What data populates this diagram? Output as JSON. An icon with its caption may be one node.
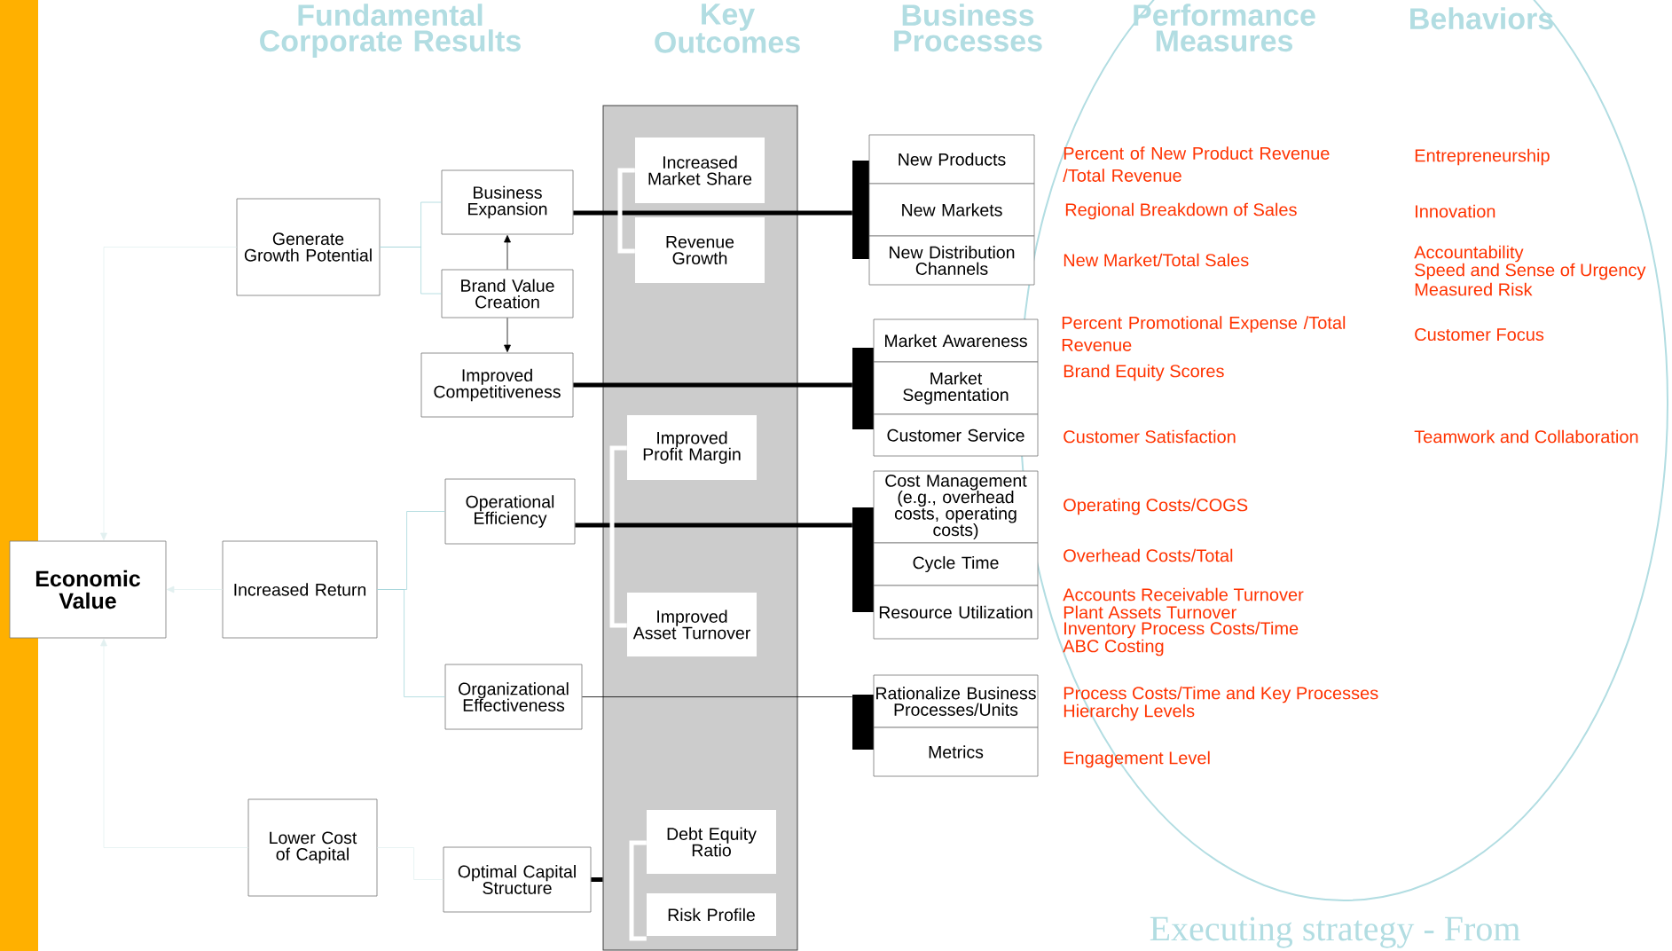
{
  "diagram": {
    "nodes": [
      {
        "text": [
          "Economic Value"
        ]
      },
      {
        "text": [
          "Generate Growth Potential"
        ]
      },
      {
        "text": [
          "Increased Return"
        ]
      },
      {
        "text": [
          "Lower Cost of Capital"
        ]
      },
      {
        "text": [
          "Business Expansion"
        ]
      },
      {
        "text": [
          "Brand Value Creation"
        ]
      },
      {
        "text": [
          "Improved Competitiveness"
        ]
      },
      {
        "text": [
          "Operational Efficiency"
        ]
      },
      {
        "text": [
          "Organizational Effectiveness"
        ]
      },
      {
        "text": [
          "Optimal Capital Structure"
        ]
      },
      {
        "text": [],
        "shape": "box"
      },
      {
        "text": [
          "Increased Market Share"
        ],
        "in": 10
      },
      {
        "text": [
          "Revenue Growth"
        ],
        "in": 10
      },
      {
        "text": [
          "Improved Profit Margin"
        ],
        "in": 10
      },
      {
        "text": [
          "Improved Asset Turnover"
        ],
        "in": 10
      },
      {
        "text": [
          "Debt Equity Ratio"
        ],
        "in": 10
      },
      {
        "text": [
          "Risk Profile"
        ],
        "in": 10
      },
      {
        "text": [],
        "shape": "bar"
      },
      {
        "text": [
          "New Products"
        ]
      },
      {
        "text": [
          "New Markets"
        ]
      },
      {
        "text": [
          "New Distribution Channels"
        ]
      },
      {
        "text": [],
        "shape": "bar"
      },
      {
        "text": [
          "Market Awareness"
        ]
      },
      {
        "text": [
          "Market Segmentation"
        ]
      },
      {
        "text": [
          "Customer Service"
        ]
      },
      {
        "text": [],
        "shape": "bar"
      },
      {
        "text": [
          "Cost Management (e.g., overhead costs, operating costs)"
        ]
      },
      {
        "text": [
          "Cycle Time"
        ]
      },
      {
        "text": [
          "Resource Utilization"
        ]
      },
      {
        "text": [],
        "shape": "bar"
      },
      {
        "text": [
          "Rationalize Business Processes/Units"
        ]
      },
      {
        "text": [
          "Metrics"
        ]
      }
    ],
    "edges": [
      {
        "from": 1,
        "to": 0,
        "arrow": "to",
        "color": "#e2f0f0"
      },
      {
        "from": 2,
        "to": 0,
        "arrow": "to",
        "color": "#e2f0f0"
      },
      {
        "from": 3,
        "to": 0,
        "arrow": "to",
        "color": "#e2f0f0"
      },
      {
        "from": 1,
        "to": 4,
        "arrow": "none",
        "color": "#a6d6db"
      },
      {
        "from": 1,
        "to": 5,
        "arrow": "none",
        "color": "#a6d6db"
      },
      {
        "from": 5,
        "to": 4,
        "arrow": "to"
      },
      {
        "from": 5,
        "to": 6,
        "arrow": "to"
      },
      {
        "from": 2,
        "to": 7,
        "arrow": "none",
        "color": "#a6d6db"
      },
      {
        "from": 2,
        "to": 8,
        "arrow": "none",
        "color": "#a6d6db"
      },
      {
        "from": 3,
        "to": 9,
        "arrow": "none",
        "color": "#e2f0f0"
      },
      {
        "from": 4,
        "to": 17,
        "arrow": "none",
        "style": "thick"
      },
      {
        "from": 6,
        "to": 21,
        "arrow": "none",
        "style": "thick"
      },
      {
        "from": 7,
        "to": 25,
        "arrow": "none",
        "style": "thick"
      },
      {
        "from": 8,
        "to": 29,
        "arrow": "none"
      },
      {
        "from": 9,
        "to": 10,
        "arrow": "none",
        "style": "thick"
      },
      {
        "from": 11,
        "to": 12,
        "arrow": "none",
        "style": "thick",
        "color": "#ffffff"
      },
      {
        "from": 13,
        "to": 14,
        "arrow": "none",
        "style": "thick",
        "color": "#ffffff"
      },
      {
        "from": 15,
        "to": 16,
        "arrow": "none",
        "style": "thick",
        "color": "#ffffff"
      }
    ],
    "labels": [
      "Fundamental Corporate Results",
      "Key Outcomes",
      "Business Processes",
      "Performance Measures",
      "Behaviors",
      "Percent of New Product Revenue /Total Revenue",
      "Entrepreneurship",
      "Regional Breakdown of Sales",
      "Innovation",
      "New Market/Total Sales",
      "Accountability",
      "Speed and Sense of Urgency",
      "Measured Risk",
      "Percent Promotional Expense /Total Revenue",
      "Customer Focus",
      "Brand Equity Scores",
      "Customer Satisfaction",
      "Teamwork and Collaboration",
      "Operating Costs/COGS",
      "Overhead Costs/Total",
      "Accounts Receivable Turnover",
      "Plant Assets Turnover",
      "Inventory Process Costs/Time",
      "ABC Costing",
      "Process Costs/Time and Key Processes",
      "Hierarchy Levels",
      "Engagement Level",
      "Executing strategy - From"
    ]
  }
}
